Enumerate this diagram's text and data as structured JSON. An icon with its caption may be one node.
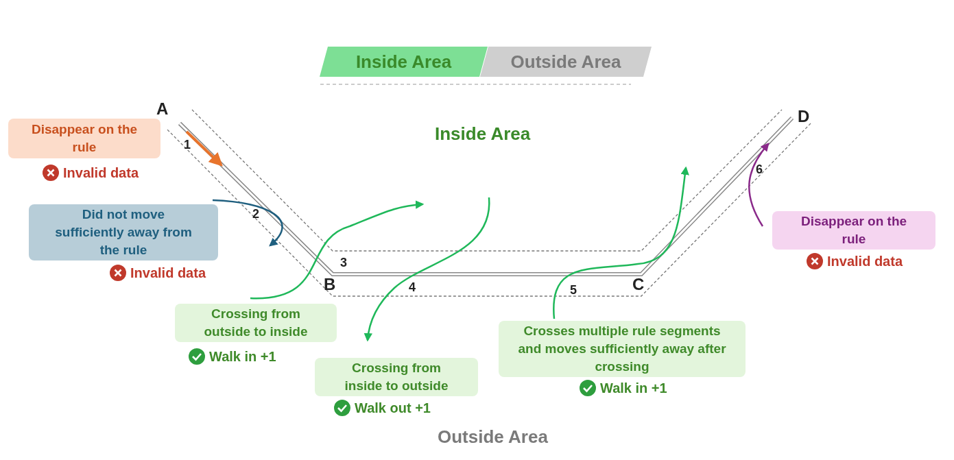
{
  "diagram": {
    "nodes": [
      {
        "text": [
          "Disappear on the rule"
        ],
        "beside": [
          "Invalid data"
        ]
      },
      {
        "text": [
          "Did not move sufficiently away from the rule"
        ],
        "beside": [
          "Invalid data"
        ]
      },
      {
        "text": [
          "Crossing from outside to inside"
        ],
        "beside": [
          "Walk in +1"
        ]
      },
      {
        "text": [
          "Crossing from inside to outside"
        ],
        "beside": [
          "Walk out +1"
        ]
      },
      {
        "text": [
          "Crosses multiple rule segments and moves sufficiently away after crossing"
        ],
        "beside": [
          "Walk in +1"
        ]
      },
      {
        "text": [
          "Disappear on the rule"
        ],
        "beside": [
          "Invalid data"
        ]
      }
    ],
    "labels": [
      "A",
      "D",
      "Inside Area",
      "1",
      "6",
      "2",
      "3",
      "B",
      "C",
      "4",
      "5",
      "Outside Area"
    ],
    "legend": [
      {
        "text": "Inside Area",
        "color": "#7ddf95"
      },
      {
        "text": "Outside Area",
        "color": "#cfcfcf"
      }
    ]
  }
}
